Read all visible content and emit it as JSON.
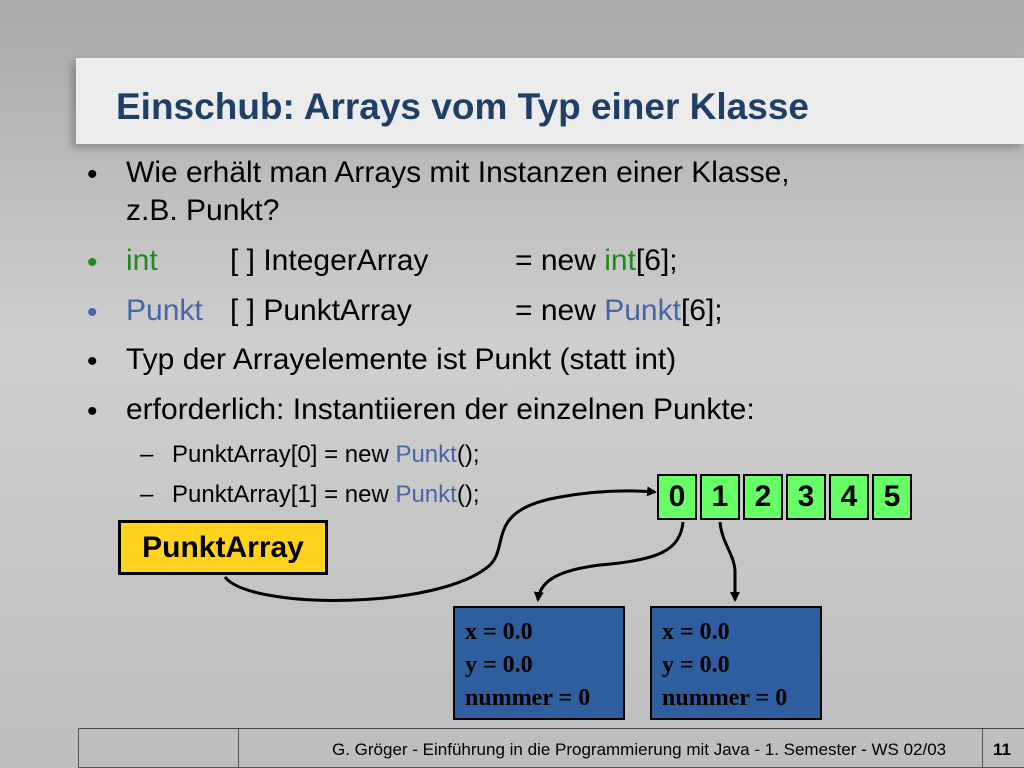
{
  "title": "Einschub: Arrays vom Typ einer Klasse",
  "bullets": {
    "b1_line1": "Wie erhält man Arrays mit Instanzen einer Klasse,",
    "b1_line2": "z.B. Punkt?",
    "b2": {
      "type": "int",
      "decl": "[ ] IntegerArray",
      "eq": "= new",
      "type2": "int",
      "rest": "[6];"
    },
    "b3": {
      "type": "Punkt",
      "decl": "[ ] PunktArray",
      "eq": "= new",
      "type2": "Punkt",
      "rest": "[6];"
    },
    "b4": "Typ der Arrayelemente ist Punkt (statt int)",
    "b5": "erforderlich: Instantiieren der einzelnen Punkte:",
    "sub1": {
      "pre": "PunktArray[0] = new",
      "cls": "Punkt",
      "post": "();"
    },
    "sub2": {
      "pre": "PunktArray[1] = new",
      "cls": "Punkt",
      "post": "();"
    }
  },
  "bullet_symbol": "•",
  "dash_symbol": "–",
  "array_cells": [
    "0",
    "1",
    "2",
    "3",
    "4",
    "5"
  ],
  "variable_label": "PunktArray",
  "objects": [
    {
      "x": "x = 0.0",
      "y": "y = 0.0",
      "nummer": "nummer = 0"
    },
    {
      "x": "x = 0.0",
      "y": "y = 0.0",
      "nummer": "nummer = 0"
    }
  ],
  "footer": {
    "text": "G. Gröger -  Einführung in die Programmierung mit Java  -  1. Semester  -  WS 02/03",
    "page": "11"
  },
  "colors": {
    "title": "#1f3f66",
    "keyword_green": "#1f8a1f",
    "keyword_blue": "#4866a6",
    "array_cell": "#66ff66",
    "variable_box": "#ffd21e",
    "object_box": "#2e5e9e"
  }
}
